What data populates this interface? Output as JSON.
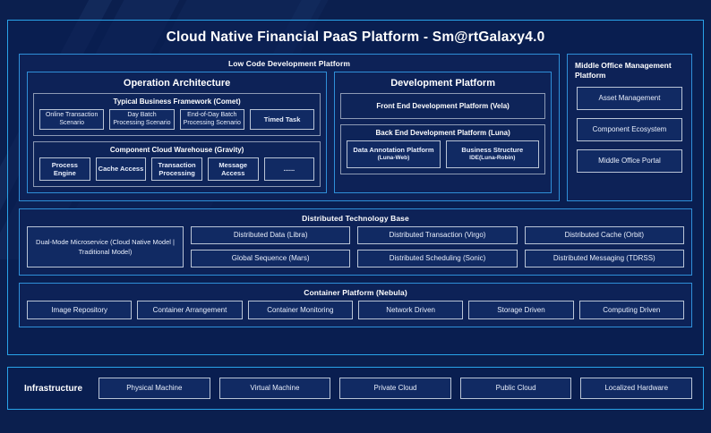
{
  "page_title": "Cloud Native Financial PaaS Platform - Sm@rtGalaxy4.0",
  "colors": {
    "background": "#0b1f4e",
    "frame_border": "#29a3e8",
    "panel_border": "#2f8fd8",
    "chip_border": "#b9c4d6",
    "group_border": "#8d9ab4",
    "text": "#ffffff"
  },
  "low_code": {
    "title": "Low Code Development Platform",
    "operation": {
      "title": "Operation Architecture",
      "typical_business_framework": {
        "title": "Typical Business Framework (Comet)",
        "items": [
          "Online Transaction Scenario",
          "Day Batch Processing Scenario",
          "End-of-Day Batch Processing Scenario",
          "Timed Task"
        ]
      },
      "component_cloud_warehouse": {
        "title": "Component Cloud Warehouse (Gravity)",
        "items": [
          "Process Engine",
          "Cache Access",
          "Transaction Processing",
          "Message Access",
          "......"
        ]
      }
    },
    "development": {
      "title": "Development Platform",
      "front_end": "Front End Development Platform (Vela)",
      "back_end": {
        "title": "Back End Development Platform (Luna)",
        "items": [
          {
            "name": "Data Annotation Platform",
            "sub": "(Luna-Web)"
          },
          {
            "name": "Business Structure",
            "sub": "IDE(Luna-Robin)"
          }
        ]
      }
    }
  },
  "middle_office": {
    "title": "Middle Office Management Platform",
    "items": [
      "Asset Management",
      "Component Ecosystem",
      "Middle Office Portal"
    ]
  },
  "distributed_technology_base": {
    "title": "Distributed Technology Base",
    "wide_item": "Dual-Mode Microservice (Cloud Native Model | Traditional Model)",
    "columns": [
      [
        "Distributed Data (Libra)",
        "Global Sequence (Mars)"
      ],
      [
        "Distributed Transaction (Virgo)",
        "Distributed Scheduling (Sonic)"
      ],
      [
        "Distributed Cache (Orbit)",
        "Distributed Messaging (TDRSS)"
      ]
    ]
  },
  "container_platform": {
    "title": "Container Platform (Nebula)",
    "items": [
      "Image Repository",
      "Container Arrangement",
      "Container Monitoring",
      "Network Driven",
      "Storage Driven",
      "Computing Driven"
    ]
  },
  "infrastructure": {
    "label": "Infrastructure",
    "items": [
      "Physical Machine",
      "Virtual Machine",
      "Private Cloud",
      "Public Cloud",
      "Localized Hardware"
    ]
  }
}
